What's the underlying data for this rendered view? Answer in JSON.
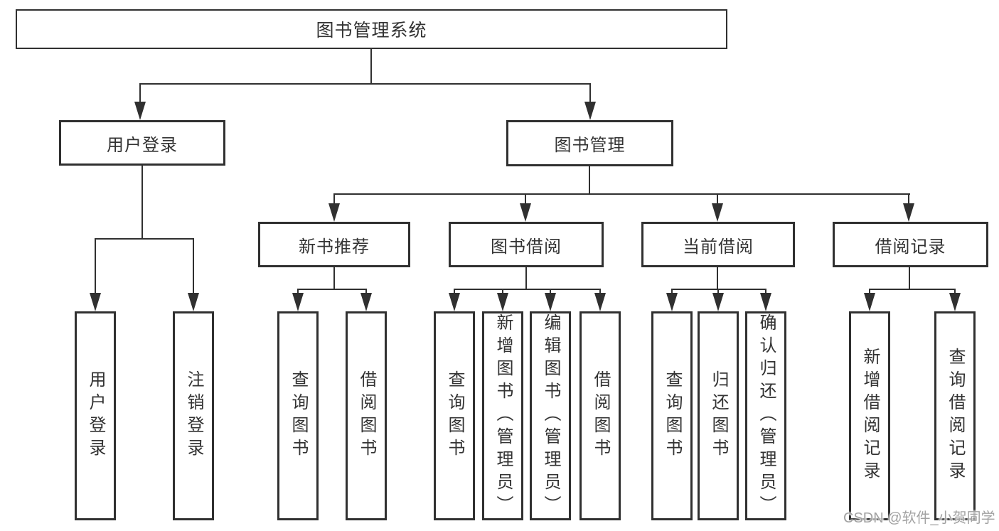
{
  "tree": {
    "root": {
      "label": "图书管理系统"
    },
    "branches": [
      {
        "label": "用户登录",
        "children": [
          {
            "label": "用户登录"
          },
          {
            "label": "注销登录"
          }
        ]
      },
      {
        "label": "图书管理",
        "children": [
          {
            "label": "新书推荐",
            "children": [
              {
                "label": "查询图书"
              },
              {
                "label": "借阅图书"
              }
            ]
          },
          {
            "label": "图书借阅",
            "children": [
              {
                "label": "查询图书"
              },
              {
                "label": "新增图书（管理员）"
              },
              {
                "label": "编辑图书（管理员）"
              },
              {
                "label": "借阅图书"
              }
            ]
          },
          {
            "label": "当前借阅",
            "children": [
              {
                "label": "查询图书"
              },
              {
                "label": "归还图书"
              },
              {
                "label": "确认归还（管理员）"
              }
            ]
          },
          {
            "label": "借阅记录",
            "children": [
              {
                "label": "新增借阅记录"
              },
              {
                "label": "查询借阅记录"
              }
            ]
          }
        ]
      }
    ]
  },
  "watermark": {
    "text": "CSDN @软件_小贺同学"
  },
  "colors": {
    "line": "#303030",
    "box_border": "#303030",
    "text": "#333333",
    "watermark_text": "#a2a2a2",
    "background": "#ffffff"
  }
}
